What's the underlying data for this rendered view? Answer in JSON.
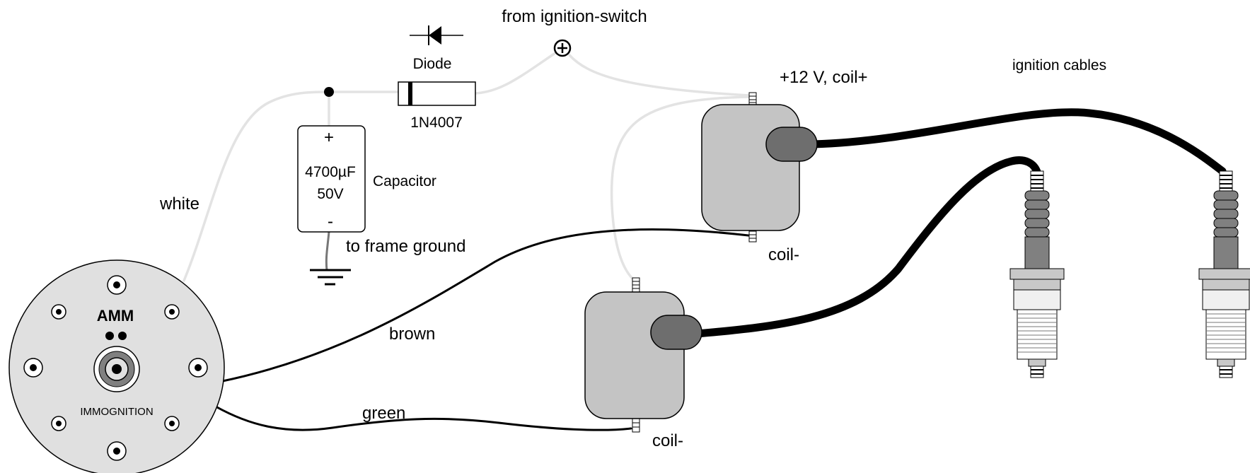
{
  "labels": {
    "from_switch": "from ignition-switch",
    "diode_name": "Diode",
    "diode_part": "1N4007",
    "supply": "+12 V, coil+",
    "ignition_cables": "ignition cables",
    "cap_plus": "+",
    "cap_value": "4700µF",
    "cap_voltage": "50V",
    "cap_minus": "-",
    "capacitor": "Capacitor",
    "white": "white",
    "frame_ground": "to frame ground",
    "coil_minus_1": "coil-",
    "coil_minus_2": "coil-",
    "brown": "brown",
    "green": "green"
  },
  "module": {
    "brand": "AMM",
    "name": "IMMOGNITION"
  },
  "colors": {
    "wire_white": "#e3e3e3",
    "coil_body": "#c4c4c4",
    "coil_boot": "#6e6e6e",
    "module_face": "#e0e0e0",
    "plug_insulator": "#808080"
  }
}
